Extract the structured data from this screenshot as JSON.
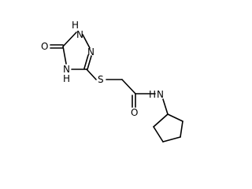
{
  "structure": {
    "atoms": [
      {
        "id": "o_carbonyl_ring",
        "label": "O",
        "color": "#ff0000"
      },
      {
        "id": "n1",
        "label": "N",
        "color": "#0000ff"
      },
      {
        "id": "h_n1",
        "label": "H",
        "color": "#0000ff"
      },
      {
        "id": "n2",
        "label": "N",
        "color": "#0000ff"
      },
      {
        "id": "n4",
        "label": "N",
        "color": "#0000ff"
      },
      {
        "id": "h_n4",
        "label": "H",
        "color": "#0000ff"
      },
      {
        "id": "s",
        "label": "S",
        "color": "#ccb300"
      },
      {
        "id": "o_amide",
        "label": "O",
        "color": "#ff0000"
      },
      {
        "id": "n_amide",
        "label": "N",
        "color": "#0000ff"
      },
      {
        "id": "h_amide",
        "label": "H",
        "color": "#0000ff"
      }
    ]
  }
}
